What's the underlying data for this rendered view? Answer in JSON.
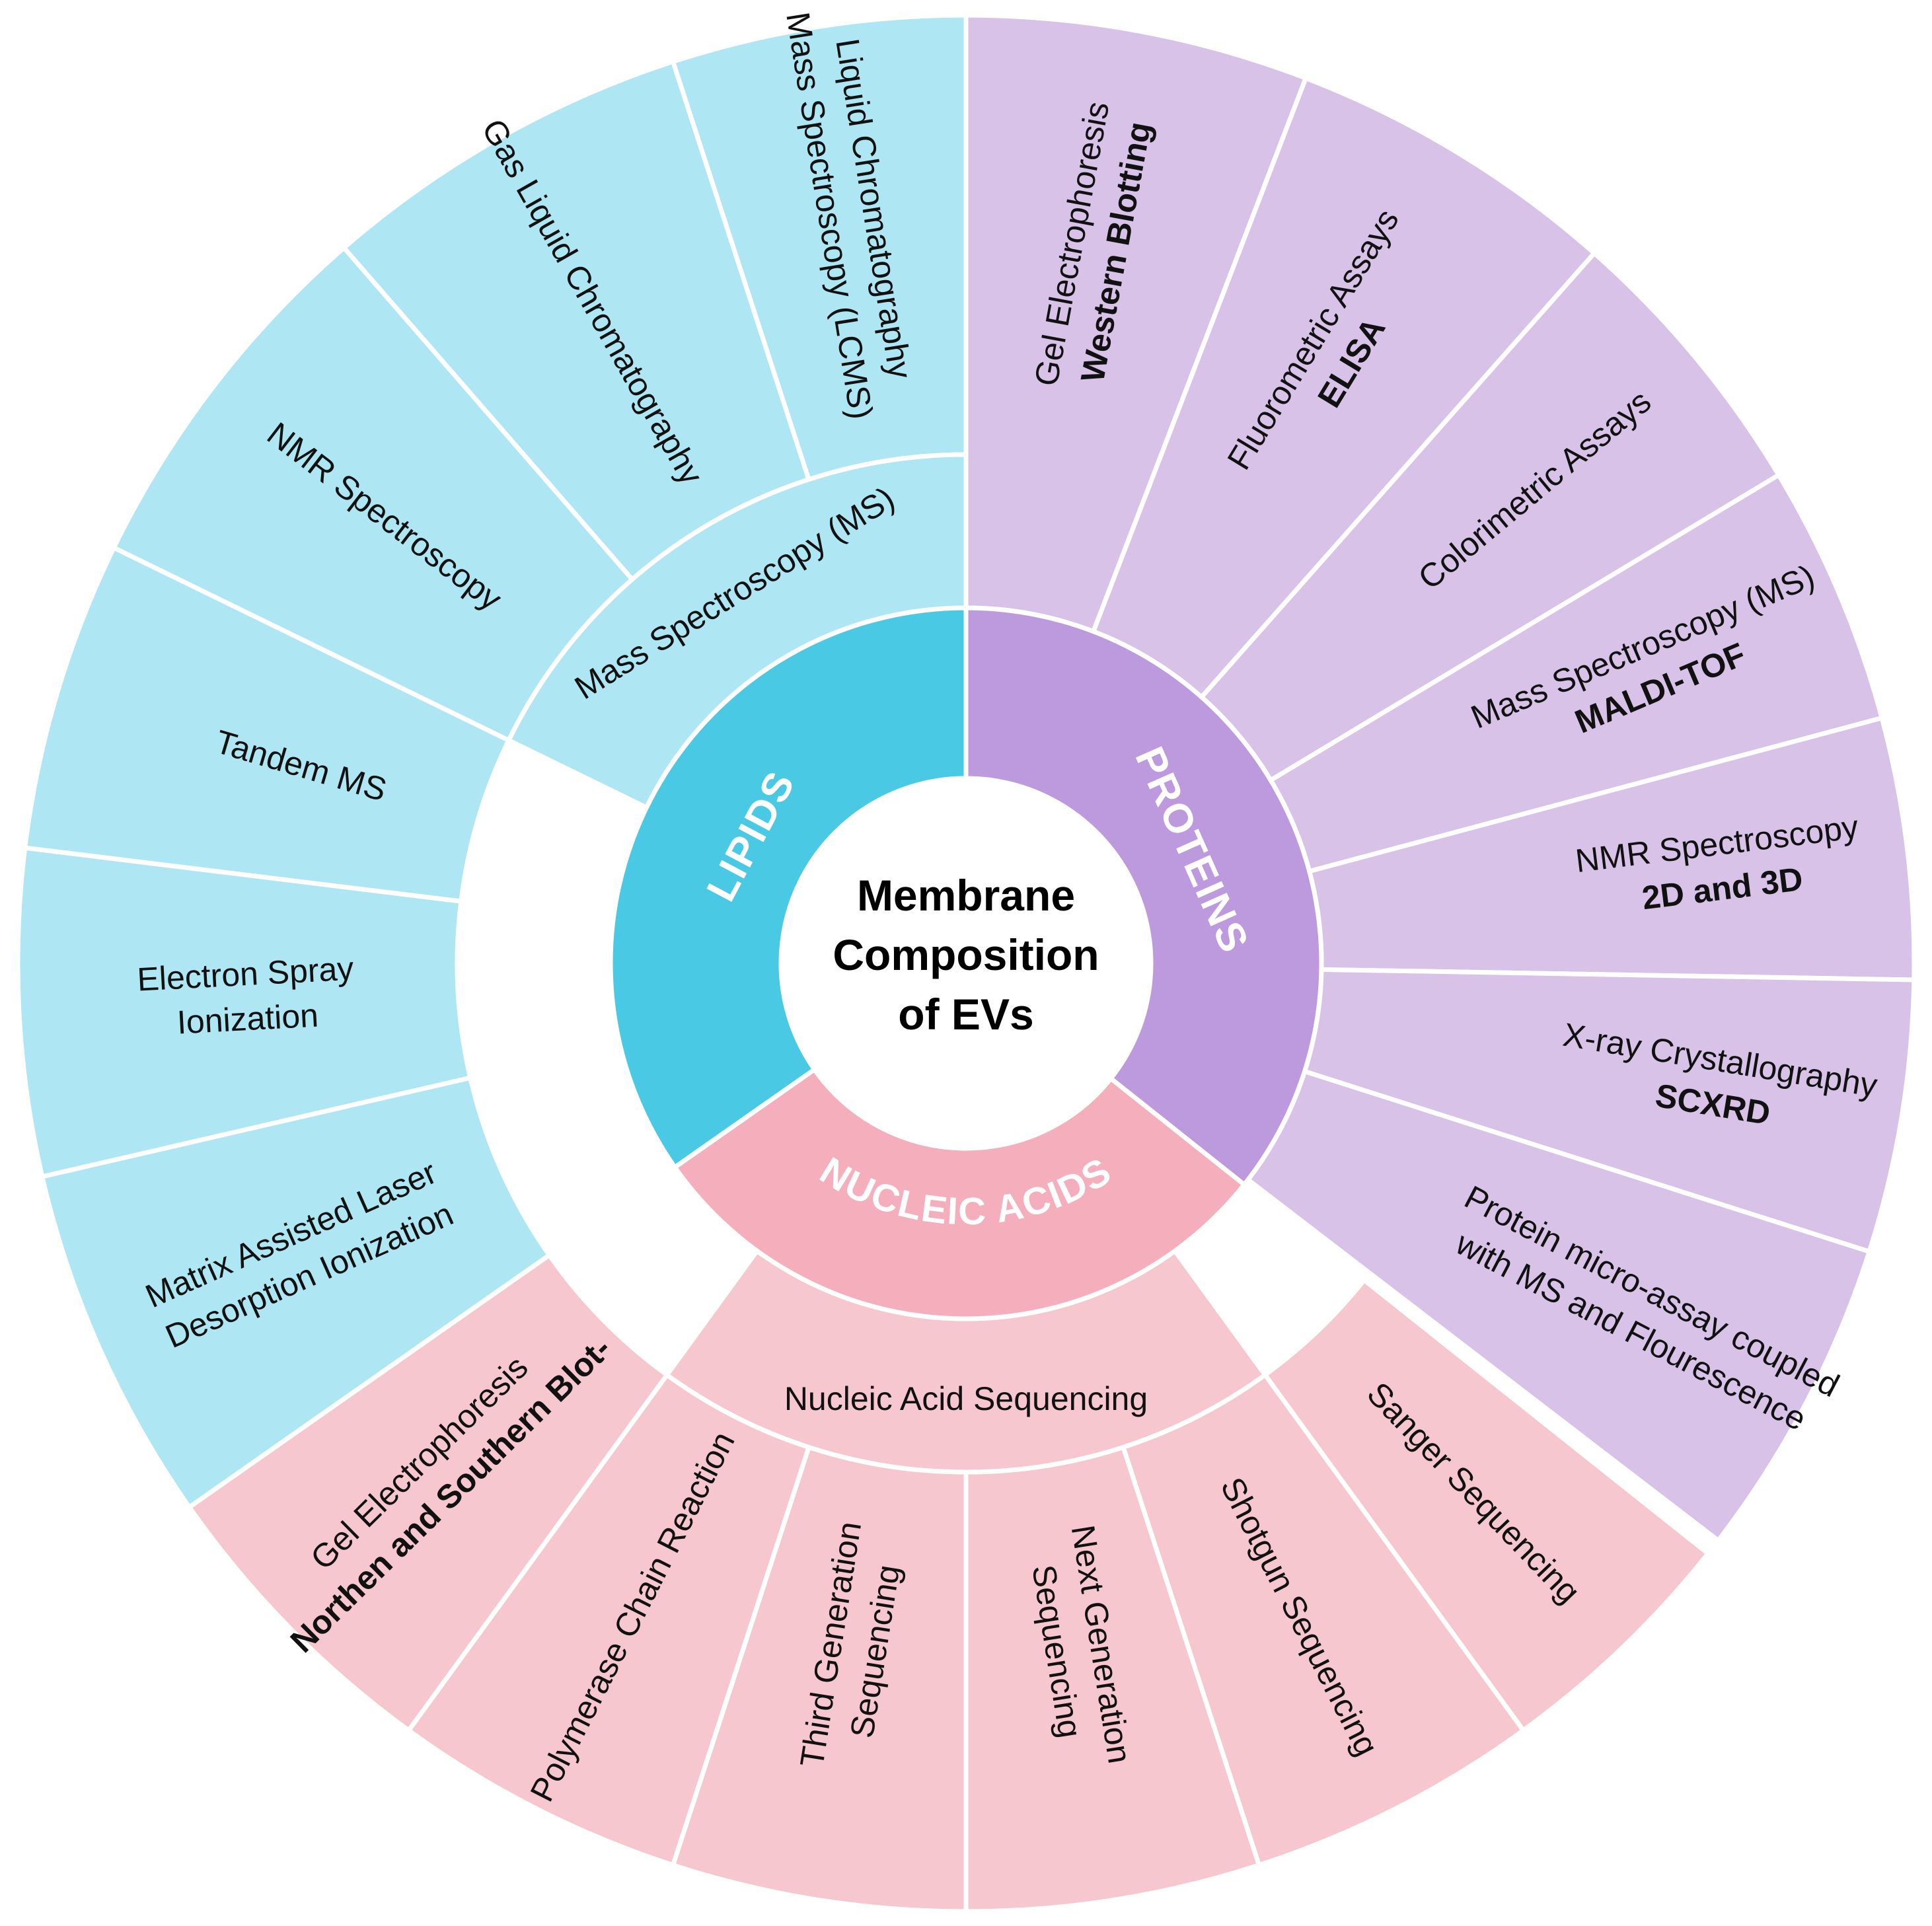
{
  "center_title": [
    "Membrane",
    "Composition",
    "of EVs"
  ],
  "colors": {
    "lipids_outer": "#aee6f3",
    "lipids_inner": "#4ac9e4",
    "proteins_outer": "#d8c2e8",
    "proteins_inner": "#bd9ade",
    "nucleic_outer": "#f6c7cf",
    "nucleic_inner": "#f5afbc",
    "divider": "#ffffff"
  },
  "categories": {
    "lipids": {
      "label": "LIPIDS",
      "subgroup": {
        "label": "Mass Spectroscopy (MS)"
      },
      "wedges": [
        {
          "lines": [
            {
              "t": "Matrix Assisted Laser"
            },
            {
              "t": "Desorption Ionization"
            }
          ]
        },
        {
          "lines": [
            {
              "t": "Electron Spray"
            },
            {
              "t": "Ionization"
            }
          ]
        },
        {
          "lines": [
            {
              "t": "Tandem MS"
            }
          ]
        },
        {
          "lines": [
            {
              "t": "NMR Spectroscopy"
            }
          ]
        },
        {
          "lines": [
            {
              "t": "Gas Liquid Chromatography"
            }
          ]
        },
        {
          "lines": [
            {
              "t": "Liquid Chromatography"
            },
            {
              "t": "Mass Spectroscopy (LCMS)"
            }
          ]
        }
      ]
    },
    "proteins": {
      "label": "PROTEINS",
      "wedges": [
        {
          "lines": [
            {
              "t": "Gel Electrophoresis"
            },
            {
              "t": "Western Blotting",
              "b": true
            }
          ]
        },
        {
          "lines": [
            {
              "t": "Fluorometric Assays"
            },
            {
              "t": "ELISA",
              "b": true
            }
          ]
        },
        {
          "lines": [
            {
              "t": "Colorimetric Assays"
            }
          ]
        },
        {
          "lines": [
            {
              "t": "Mass Spectroscopy (MS)"
            },
            {
              "t": "MALDI-TOF",
              "b": true
            }
          ]
        },
        {
          "lines": [
            {
              "t": "NMR Spectroscopy"
            },
            {
              "t": "2D and 3D",
              "b": true
            }
          ]
        },
        {
          "lines": [
            {
              "t": "X-ray Crystallography"
            },
            {
              "t": "SCXRD",
              "b": true
            }
          ]
        },
        {
          "lines": [
            {
              "t": "Protein micro-assay coupled"
            },
            {
              "t": "with MS and Flourescence"
            }
          ]
        }
      ]
    },
    "nucleic_acids": {
      "label": "NUCLEIC ACIDS",
      "subgroup": {
        "label": "Nucleic Acid Sequencing"
      },
      "wedges": [
        {
          "lines": [
            {
              "t": "Sanger Sequencing"
            }
          ]
        },
        {
          "lines": [
            {
              "t": "Shotgun Sequencing"
            }
          ]
        },
        {
          "lines": [
            {
              "t": "Next Generation"
            },
            {
              "t": "Sequencing"
            }
          ]
        },
        {
          "lines": [
            {
              "t": "Third Generation"
            },
            {
              "t": "Sequencing"
            }
          ]
        },
        {
          "lines": [
            {
              "t": "Polymerase Chain Reaction"
            }
          ]
        },
        {
          "lines": [
            {
              "t": "Gel Electrophoresis"
            },
            {
              "t": "Northen and Southern Blot-",
              "b": true
            }
          ]
        }
      ]
    }
  }
}
